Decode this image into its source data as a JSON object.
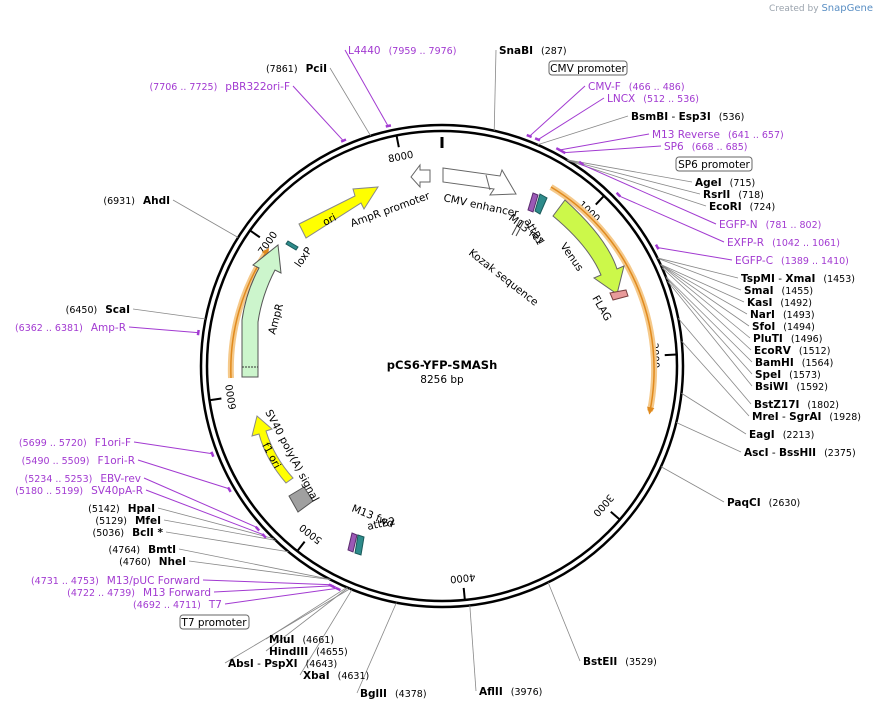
{
  "credit": {
    "prefix": "Created by",
    "brand": "SnapGene"
  },
  "plasmid": {
    "name": "pCS6-YFP-SMASh",
    "length_label": "8256 bp",
    "length": 8256
  },
  "ticks": [
    1000,
    2000,
    3000,
    4000,
    5000,
    6000,
    7000,
    8000
  ],
  "sites": [
    {
      "name": "SnaBI",
      "pos": "(287)",
      "bp": 287
    },
    {
      "name": "BsmBI",
      "name2": "Esp3I",
      "pos": "(536)",
      "bp": 536
    },
    {
      "name": "AgeI",
      "pos": "(715)",
      "bp": 715
    },
    {
      "name": "RsrII",
      "pos": "(718)",
      "bp": 718
    },
    {
      "name": "EcoRI",
      "pos": "(724)",
      "bp": 724
    },
    {
      "name": "TspMI",
      "name2": "XmaI",
      "pos": "(1453)",
      "bp": 1453
    },
    {
      "name": "SmaI",
      "pos": "(1455)",
      "bp": 1455
    },
    {
      "name": "KasI",
      "pos": "(1492)",
      "bp": 1492
    },
    {
      "name": "NarI",
      "pos": "(1493)",
      "bp": 1493
    },
    {
      "name": "SfoI",
      "pos": "(1494)",
      "bp": 1494
    },
    {
      "name": "PluTI",
      "pos": "(1496)",
      "bp": 1496
    },
    {
      "name": "EcoRV",
      "pos": "(1512)",
      "bp": 1512
    },
    {
      "name": "BamHI",
      "pos": "(1564)",
      "bp": 1564
    },
    {
      "name": "SpeI",
      "pos": "(1573)",
      "bp": 1573
    },
    {
      "name": "BsiWI",
      "pos": "(1592)",
      "bp": 1592
    },
    {
      "name": "BstZ17I",
      "pos": "(1802)",
      "bp": 1802
    },
    {
      "name": "MreI",
      "name2": "SgrAI",
      "pos": "(1928)",
      "bp": 1928
    },
    {
      "name": "EagI",
      "pos": "(2213)",
      "bp": 2213
    },
    {
      "name": "AscI",
      "name2": "BssHII",
      "pos": "(2375)",
      "bp": 2375
    },
    {
      "name": "PaqCI",
      "pos": "(2630)",
      "bp": 2630
    },
    {
      "name": "BstEII",
      "pos": "(3529)",
      "bp": 3529
    },
    {
      "name": "AflII",
      "pos": "(3976)",
      "bp": 3976
    },
    {
      "name": "BglII",
      "pos": "(4378)",
      "bp": 4378
    },
    {
      "name": "XbaI",
      "pos": "(4631)",
      "bp": 4631
    },
    {
      "name": "AbsI",
      "name2": "PspXI",
      "pos": "(4643)",
      "bp": 4643
    },
    {
      "name": "HindIII",
      "pos": "(4655)",
      "bp": 4655
    },
    {
      "name": "MluI",
      "pos": "(4661)",
      "bp": 4661
    },
    {
      "name": "NheI",
      "pos": "(4760)",
      "bp": 4760
    },
    {
      "name": "BmtI",
      "pos": "(4764)",
      "bp": 4764
    },
    {
      "name": "BclI *",
      "pos": "(5036)",
      "bp": 5036
    },
    {
      "name": "MfeI",
      "pos": "(5129)",
      "bp": 5129
    },
    {
      "name": "HpaI",
      "pos": "(5142)",
      "bp": 5142
    },
    {
      "name": "ScaI",
      "pos": "(6450)",
      "bp": 6450
    },
    {
      "name": "AhdI",
      "pos": "(6931)",
      "bp": 6931
    },
    {
      "name": "PciI",
      "pos": "(7861)",
      "bp": 7861
    }
  ],
  "primers": [
    {
      "name": "L4440",
      "pos": "(7959 .. 7976)",
      "bp": 7967
    },
    {
      "name": "pBR322ori-F",
      "pos": "(7706 .. 7725)",
      "bp": 7715
    },
    {
      "name": "CMV-F",
      "pos": "(466 .. 486)",
      "bp": 476
    },
    {
      "name": "LNCX",
      "pos": "(512 .. 536)",
      "bp": 524
    },
    {
      "name": "M13 Reverse",
      "pos": "(641 .. 657)",
      "bp": 649
    },
    {
      "name": "SP6",
      "pos": "(668 .. 685)",
      "bp": 676
    },
    {
      "name": "EGFP-N",
      "pos": "(781 .. 802)",
      "bp": 791
    },
    {
      "name": "EXFP-R",
      "pos": "(1042 .. 1061)",
      "bp": 1051
    },
    {
      "name": "EGFP-C",
      "pos": "(1389 .. 1410)",
      "bp": 1400
    },
    {
      "name": "Amp-R",
      "pos": "(6362 .. 6381)",
      "bp": 6371
    },
    {
      "name": "F1ori-F",
      "pos": "(5699 .. 5720)",
      "bp": 5710
    },
    {
      "name": "F1ori-R",
      "pos": "(5490 .. 5509)",
      "bp": 5500
    },
    {
      "name": "EBV-rev",
      "pos": "(5234 .. 5253)",
      "bp": 5243
    },
    {
      "name": "SV40pA-R",
      "pos": "(5180 .. 5199)",
      "bp": 5190
    },
    {
      "name": "M13/pUC Forward",
      "pos": "(4731 .. 4753)",
      "bp": 4742
    },
    {
      "name": "M13 Forward",
      "pos": "(4722 .. 4739)",
      "bp": 4730
    },
    {
      "name": "T7",
      "pos": "(4692 .. 4711)",
      "bp": 4701
    }
  ],
  "boxed_features": [
    {
      "name": "CMV promoter"
    },
    {
      "name": "SP6 promoter"
    },
    {
      "name": "T7 promoter"
    }
  ],
  "features": [
    {
      "name": "CMV enhancer",
      "color": "#ffffff"
    },
    {
      "name": "AmpR promoter",
      "color": "#ffffff"
    },
    {
      "name": "ori",
      "color": "#ffff00"
    },
    {
      "name": "loxP",
      "color": "#2e8b8b"
    },
    {
      "name": "AmpR",
      "color": "#ccf5cc"
    },
    {
      "name": "attB1",
      "color": "#2e8b8b"
    },
    {
      "name": "M13 rev",
      "color": "#9b59b6"
    },
    {
      "name": "Kozak sequence",
      "color": "#ffffff"
    },
    {
      "name": "Venus",
      "color": "#ccf84a"
    },
    {
      "name": "FLAG",
      "color": "#e89a9a"
    },
    {
      "name": "SV40 poly(A) signal",
      "color": "#a0a0a0"
    },
    {
      "name": "f1 ori",
      "color": "#ffff00"
    },
    {
      "name": "M13 fwd",
      "color": "#9b59b6"
    },
    {
      "name": "attB2",
      "color": "#2e8b8b"
    }
  ],
  "colors": {
    "primer": "#a23ad1",
    "orf": "#f2a93b",
    "backbone": "#000000"
  }
}
